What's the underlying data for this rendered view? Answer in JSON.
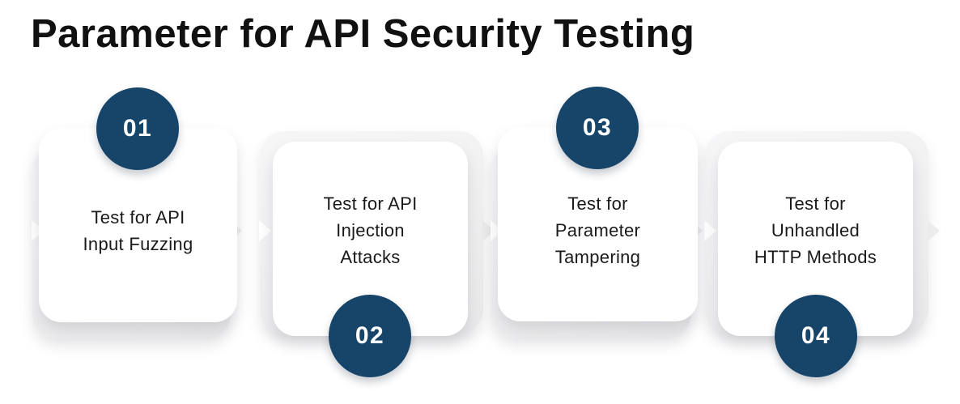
{
  "title": "Parameter for API Security Testing",
  "colors": {
    "circle_fill": "#17456a",
    "circle_number": "#ffffff",
    "card_fill": "#ffffff",
    "back_shape_fill": "#f0f0f1",
    "title_text": "#111111",
    "card_text": "#1a1a1a"
  },
  "steps": [
    {
      "number": "01",
      "label": "Test for API\nInput Fuzzing",
      "badge_position": "top"
    },
    {
      "number": "02",
      "label": "Test for API\nInjection\nAttacks",
      "badge_position": "bottom"
    },
    {
      "number": "03",
      "label": "Test for\nParameter\nTampering",
      "badge_position": "top"
    },
    {
      "number": "04",
      "label": "Test for\nUnhandled\nHTTP Methods",
      "badge_position": "bottom"
    }
  ]
}
